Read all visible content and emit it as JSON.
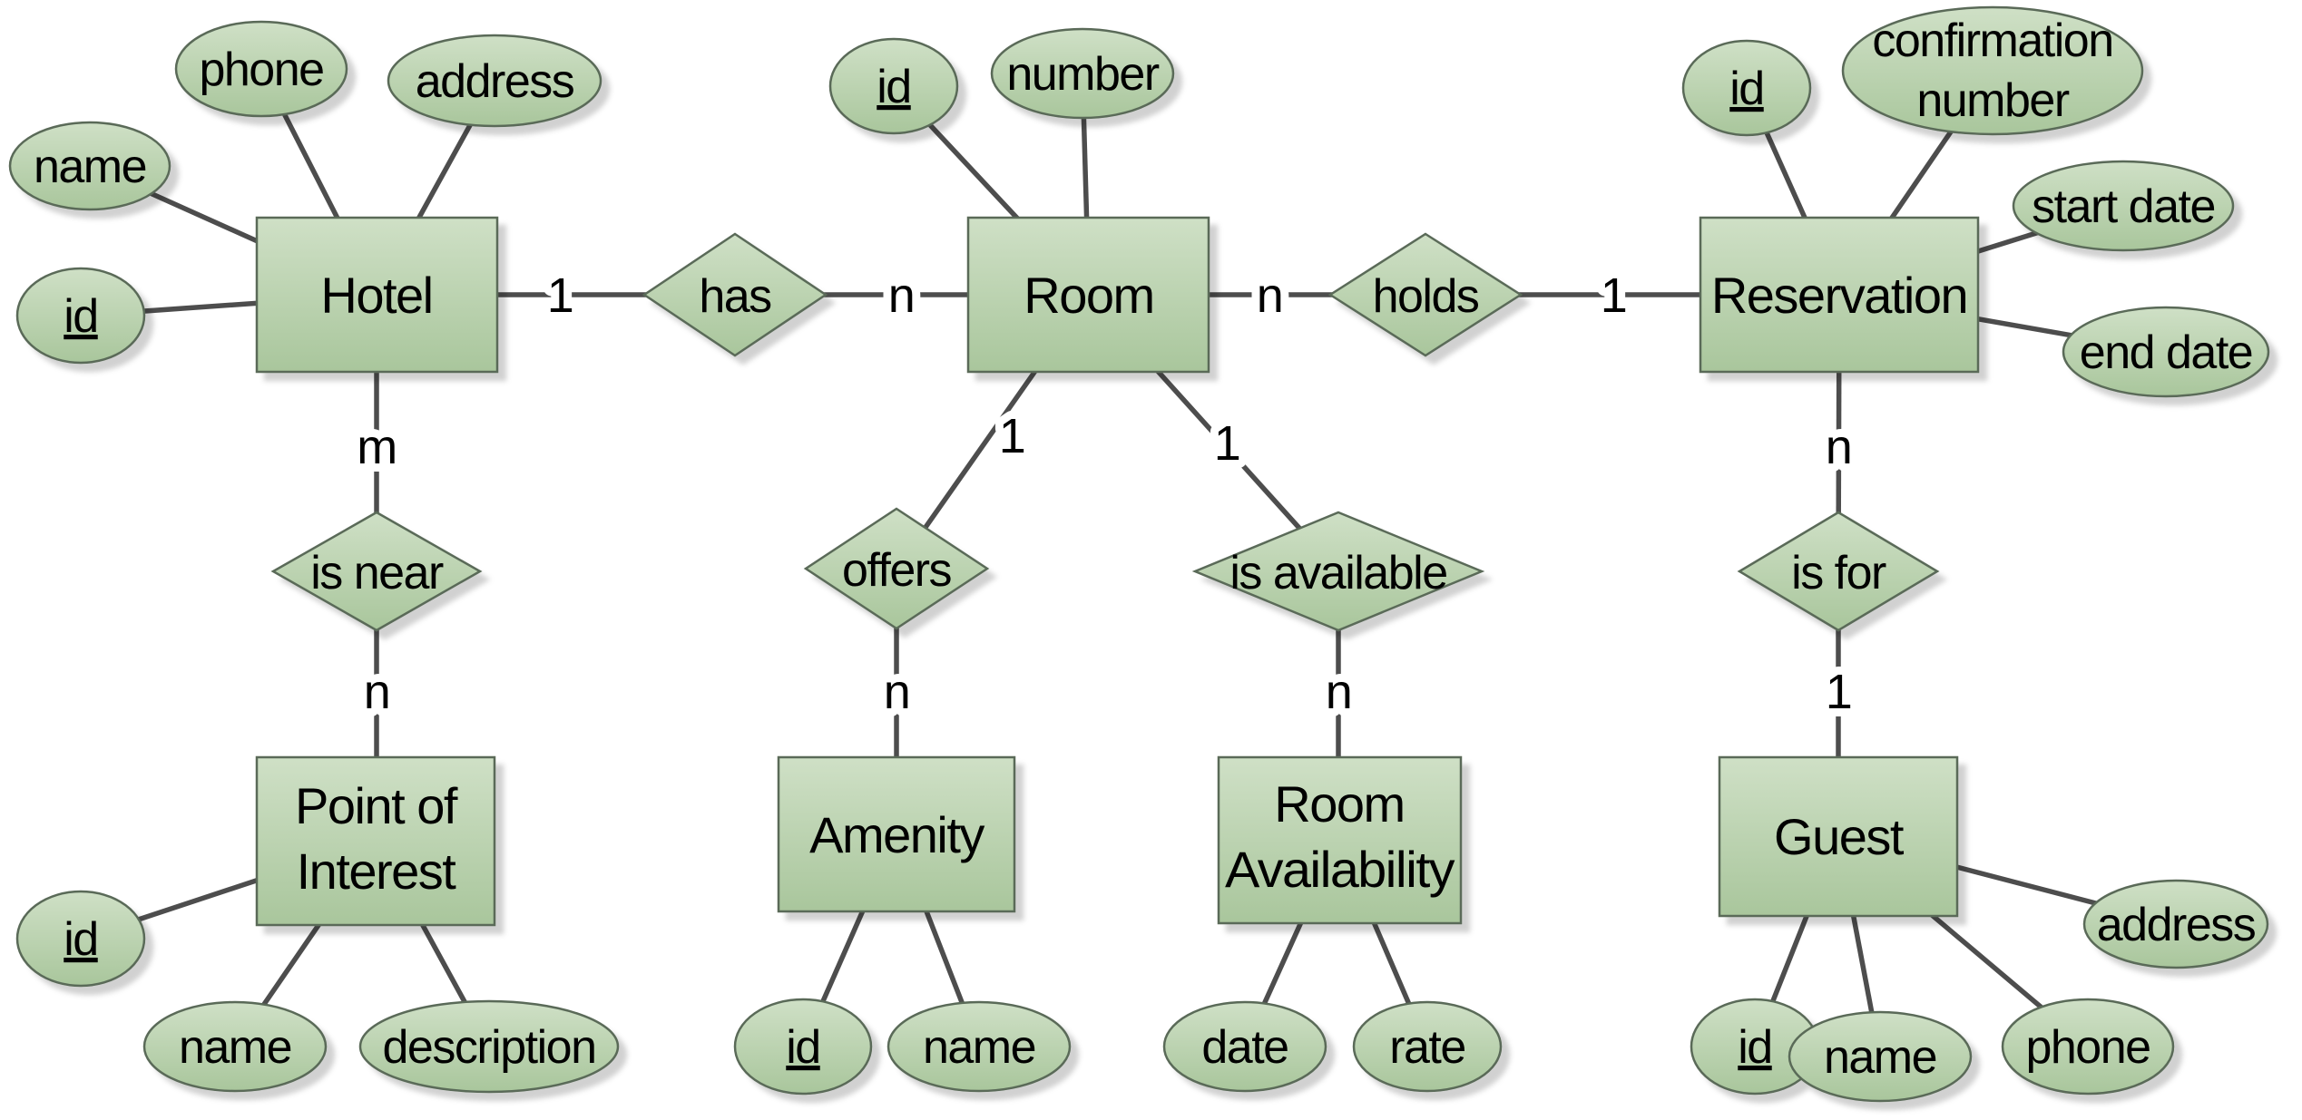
{
  "diagram_type": "entity-relationship-diagram",
  "colors": {
    "background": "#ffffff",
    "shape_fill_top": "#cfe0c6",
    "shape_fill_bottom": "#a9c69c",
    "shape_border": "#5a6a58",
    "connector_line": "#4d4d4d",
    "text": "#000000",
    "shadow": "#d9d9d9"
  },
  "entities": {
    "hotel": "Hotel",
    "room": "Room",
    "reservation": "Reservation",
    "point_of_interest_line1": "Point of",
    "point_of_interest_line2": "Interest",
    "amenity": "Amenity",
    "room_availability_line1": "Room",
    "room_availability_line2": "Availability",
    "guest": "Guest"
  },
  "relationships": {
    "has": "has",
    "holds": "holds",
    "is_near": "is near",
    "offers": "offers",
    "is_available": "is available",
    "is_for": "is for"
  },
  "attributes": {
    "hotel": {
      "id": "id",
      "name": "name",
      "phone": "phone",
      "address": "address"
    },
    "room": {
      "id": "id",
      "number": "number"
    },
    "reservation": {
      "id": "id",
      "confirmation_number_line1": "confirmation",
      "confirmation_number_line2": "number",
      "start_date": "start date",
      "end_date": "end date"
    },
    "point_of_interest": {
      "id": "id",
      "name": "name",
      "description": "description"
    },
    "amenity": {
      "id": "id",
      "name": "name"
    },
    "room_availability": {
      "date": "date",
      "rate": "rate"
    },
    "guest": {
      "id": "id",
      "name": "name",
      "phone": "phone",
      "address": "address"
    }
  },
  "cardinalities": {
    "hotel_has": "1",
    "has_room": "n",
    "room_holds": "n",
    "holds_reservation": "1",
    "hotel_is_near": "m",
    "is_near_point_of_interest": "n",
    "room_offers": "1",
    "offers_amenity": "n",
    "room_is_available": "1",
    "is_available_room_availability": "n",
    "reservation_is_for": "n",
    "is_for_guest": "1"
  }
}
